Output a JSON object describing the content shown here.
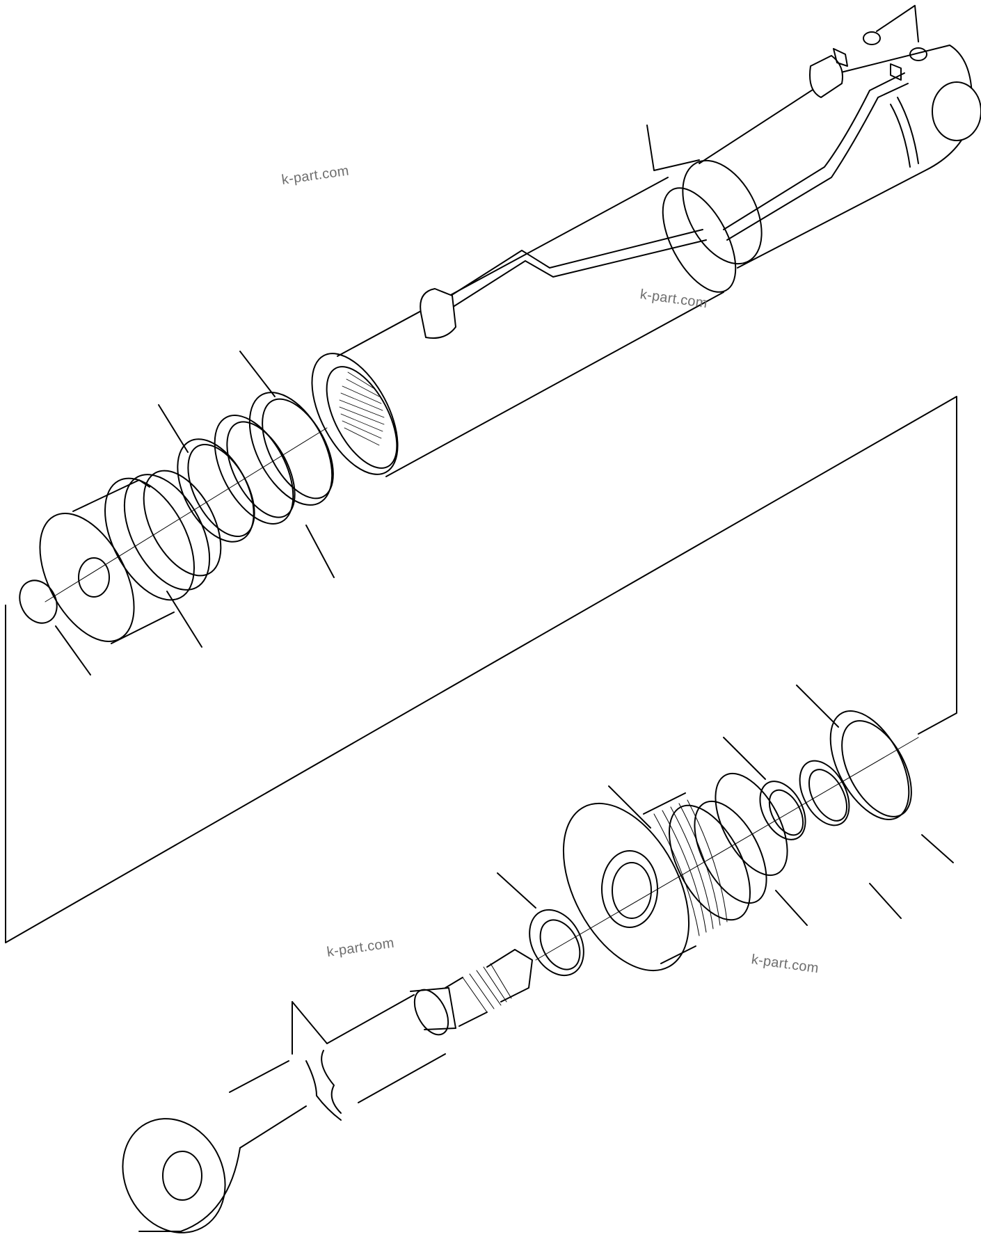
{
  "diagram": {
    "type": "exploded-parts-view",
    "colors": {
      "line": "#000000",
      "background": "#ffffff",
      "watermark": "#6e6e6e"
    }
  },
  "watermarks": [
    "k-part.com",
    "k-part.com",
    "k-part.com",
    "k-part.com"
  ]
}
